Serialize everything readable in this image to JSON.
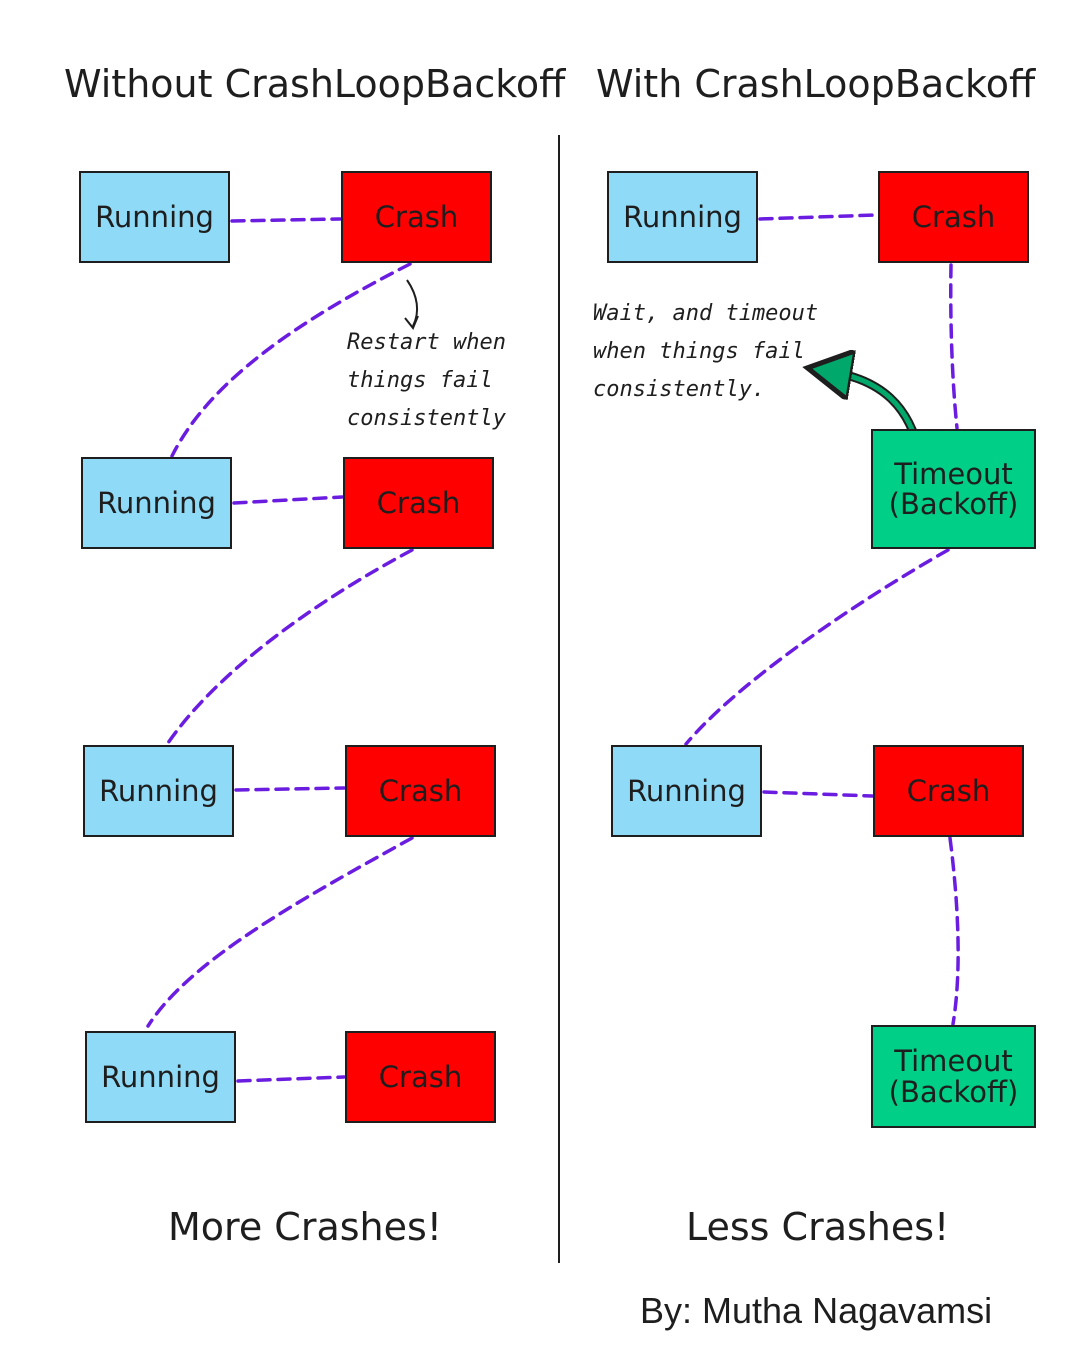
{
  "titles": {
    "left": "Without CrashLoopBackoff",
    "right": "With CrashLoopBackoff"
  },
  "states": {
    "running": "Running",
    "crash": "Crash",
    "timeout": "Timeout (Backoff)"
  },
  "notes": {
    "left": [
      "Restart when",
      "things fail",
      "consistently"
    ],
    "right": [
      "Wait, and timeout",
      "when things fail",
      "consistently."
    ]
  },
  "footers": {
    "left": "More Crashes!",
    "right": "Less Crashes!"
  },
  "credit": "By: Mutha Nagavamsi",
  "colors": {
    "running": "#8fdaf6",
    "crash": "#ff0000",
    "timeout": "#00cf88",
    "connector": "#6a1de0",
    "annotation_arrow": "#00a86b"
  }
}
